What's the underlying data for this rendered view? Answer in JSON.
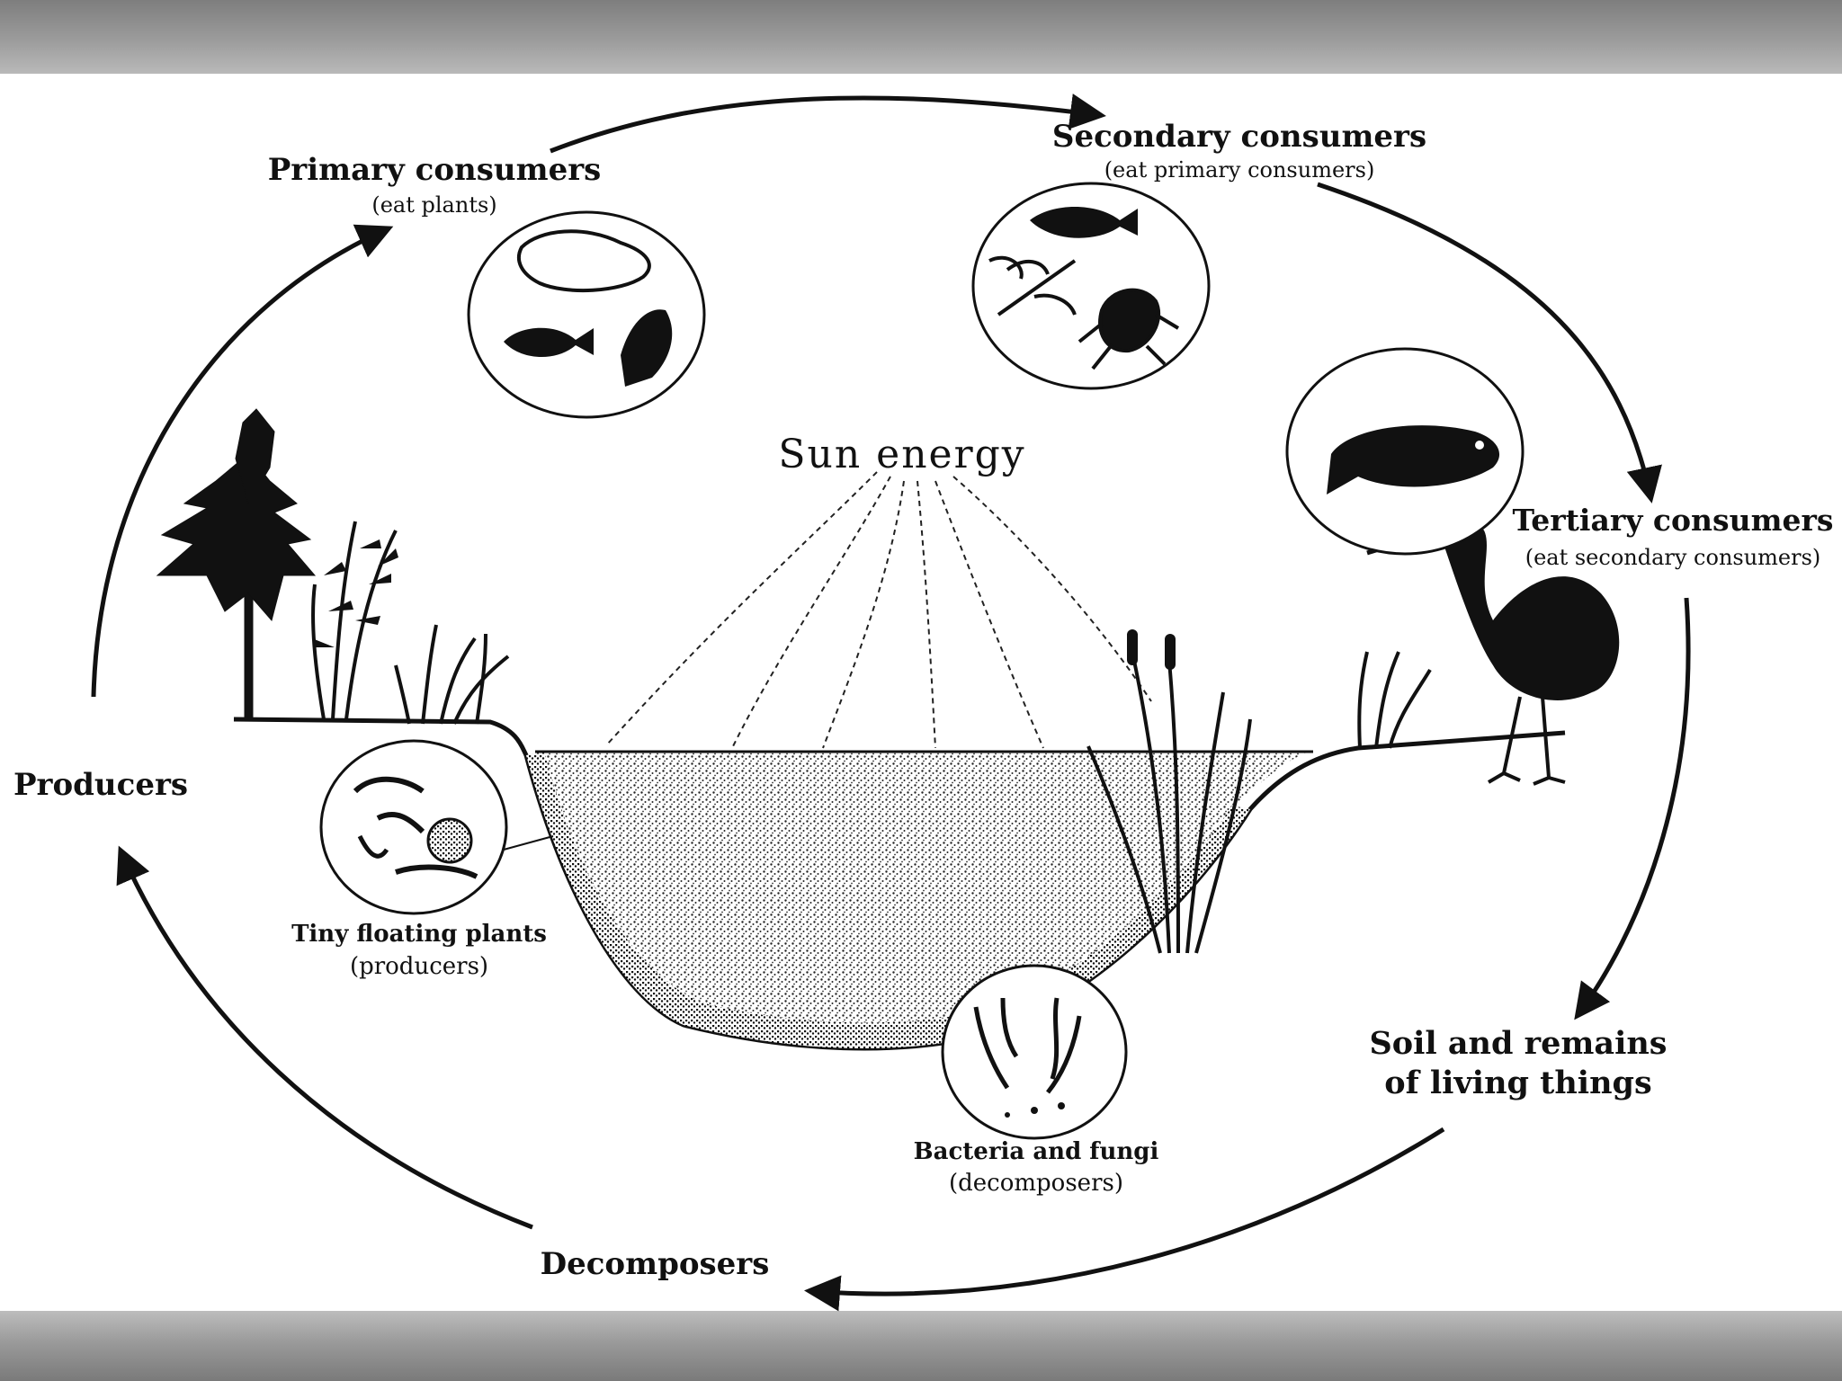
{
  "labels": {
    "primary": "Primary consumers",
    "primary_sub": "(eat plants)",
    "secondary": "Secondary consumers",
    "secondary_sub": "(eat primary consumers)",
    "tertiary": "Tertiary consumers",
    "tertiary_sub": "(eat secondary consumers)",
    "sun": "Sun energy",
    "producers": "Producers",
    "tiny": "Tiny floating plants",
    "tiny_sub": "(producers)",
    "bacteria": "Bacteria and fungi",
    "bacteria_sub": "(decomposers)",
    "soil_line1": "Soil and remains",
    "soil_line2": "of living things",
    "decomposers": "Decomposers"
  },
  "colors": {
    "ink": "#111111",
    "panel": "#ffffff",
    "frame": "#8a8a8a"
  },
  "icons": [
    "snail-icon",
    "fish-icon",
    "shrimp-icon",
    "dragonfly-icon",
    "beetle-icon",
    "bass-fish-icon",
    "heron-icon",
    "tree-icon",
    "algae-icon",
    "decomposer-icon"
  ]
}
